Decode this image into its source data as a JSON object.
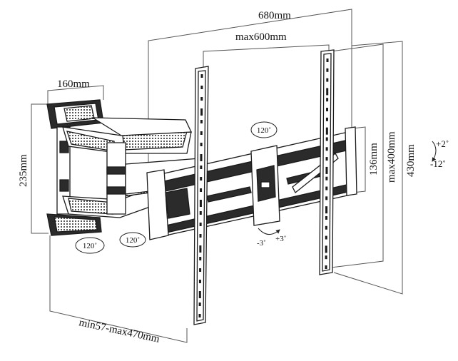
{
  "dimensions": {
    "overall_width": "680mm",
    "max_vesa_width": "max600mm",
    "arm_width": "160mm",
    "arm_height": "235mm",
    "bracket_height": "136mm",
    "max_vesa_height": "max400mm",
    "overall_height": "430mm",
    "extension": "min57-max470mm"
  },
  "tilt": {
    "up": "+2˚",
    "down": "-12˚"
  },
  "swivel": {
    "top_joint": "120˚",
    "bottom_joint": "120˚",
    "wall_joint": "120˚"
  },
  "rotation": {
    "left": "-3˚",
    "right": "+3˚"
  },
  "colors": {
    "line": "#1a1a1a",
    "fill_dark": "#2b2b2b",
    "fill_light": "#ffffff",
    "dim_line": "#555555"
  }
}
